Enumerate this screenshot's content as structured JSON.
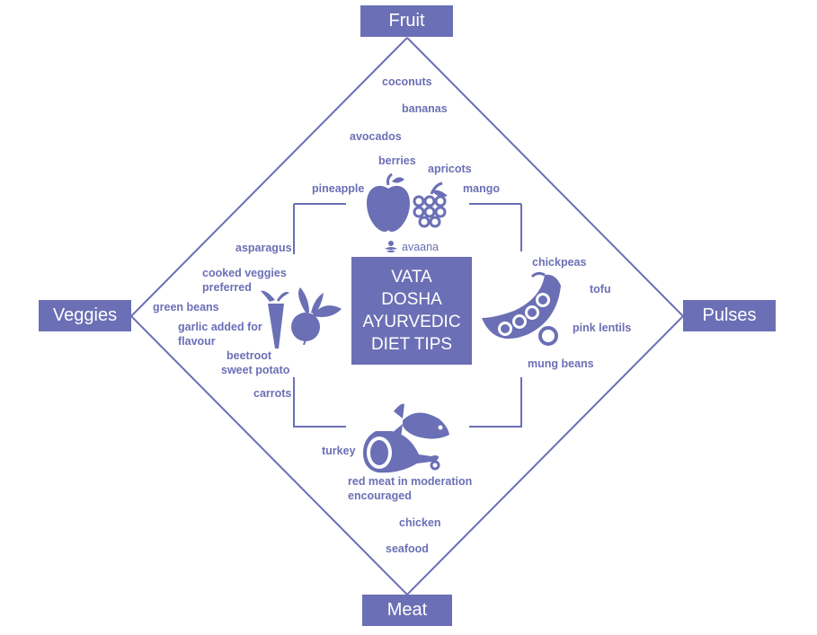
{
  "corners": {
    "top": "Fruit",
    "left": "Veggies",
    "right": "Pulses",
    "bottom": "Meat"
  },
  "center": {
    "lines": [
      "VATA",
      "DOSHA",
      "AYURVEDIC",
      "DIET TIPS"
    ]
  },
  "brand": "avaana",
  "fruit": [
    "coconuts",
    "bananas",
    "avocados",
    "berries",
    "apricots",
    "pineapple",
    "mango"
  ],
  "veggies": [
    "asparagus",
    "cooked veggies",
    "preferred",
    "green beans",
    "garlic added for",
    "flavour",
    "beetroot",
    "sweet potato",
    "carrots"
  ],
  "pulses": [
    "chickpeas",
    "tofu",
    "pink lentils",
    "mung beans"
  ],
  "meat": [
    "turkey",
    "red meat in moderation",
    "encouraged",
    "chicken",
    "seafood"
  ],
  "colors": {
    "accent": "#6b6fb5",
    "background": "#ffffff"
  },
  "icons": [
    "apple-icon",
    "grapes-icon",
    "carrot-icon",
    "beetroot-icon",
    "peapod-icon",
    "fish-icon",
    "ham-icon",
    "lotus-icon"
  ]
}
